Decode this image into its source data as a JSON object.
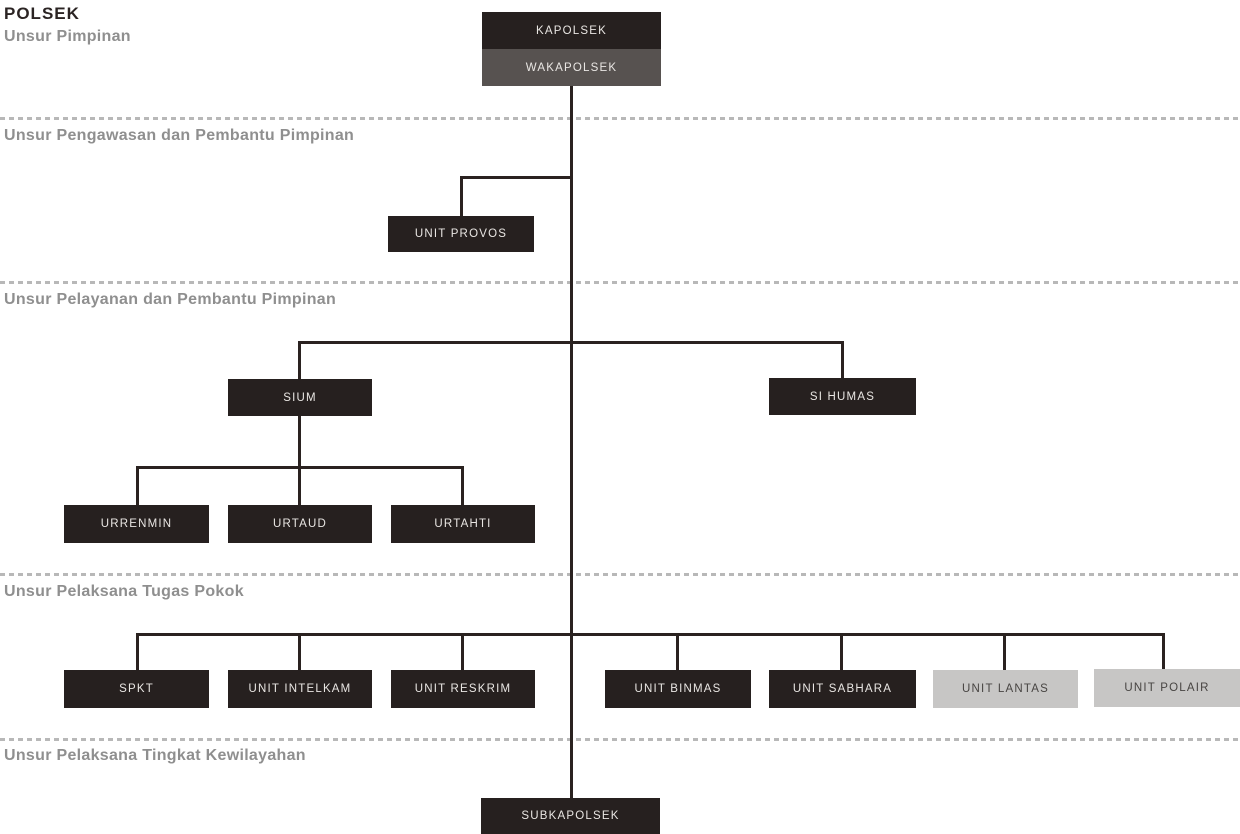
{
  "title": "POLSEK",
  "sections": [
    {
      "label": "Unsur Pimpinan"
    },
    {
      "label": "Unsur Pengawasan dan Pembantu Pimpinan"
    },
    {
      "label": "Unsur Pelayanan dan Pembantu Pimpinan"
    },
    {
      "label": "Unsur Pelaksana Tugas Pokok"
    },
    {
      "label": "Unsur Pelaksana Tingkat Kewilayahan"
    }
  ],
  "nodes": {
    "kapolsek": {
      "label": "KAPOLSEK"
    },
    "wakapolsek": {
      "label": "WAKAPOLSEK"
    },
    "unit_provos": {
      "label": "UNIT PROVOS"
    },
    "sium": {
      "label": "SIUM"
    },
    "si_humas": {
      "label": "SI HUMAS"
    },
    "urrenmin": {
      "label": "URRENMIN"
    },
    "urtaud": {
      "label": "URTAUD"
    },
    "urtahti": {
      "label": "URTAHTI"
    },
    "spkt": {
      "label": "SPKT"
    },
    "unit_intelkam": {
      "label": "UNIT INTELKAM"
    },
    "unit_reskrim": {
      "label": "UNIT RESKRIM"
    },
    "unit_binmas": {
      "label": "UNIT BINMAS"
    },
    "unit_sabhara": {
      "label": "UNIT SABHARA"
    },
    "unit_lantas": {
      "label": "UNIT LANTAS"
    },
    "unit_polair": {
      "label": "UNIT POLAIR"
    },
    "subkapolsek": {
      "label": "SUBKAPOLSEK"
    }
  },
  "colors": {
    "background": "#ffffff",
    "box_dark": "#26201f",
    "box_dark_text": "#e9e6e3",
    "box_wakapolsek": "#575250",
    "box_light": "#c7c6c5",
    "box_light_text": "#474442",
    "connector_line": "#2a2220",
    "divider_dashed": "#b8b8b8",
    "section_heading_text": "#8f8f8f",
    "title_text": "#2b2423"
  }
}
